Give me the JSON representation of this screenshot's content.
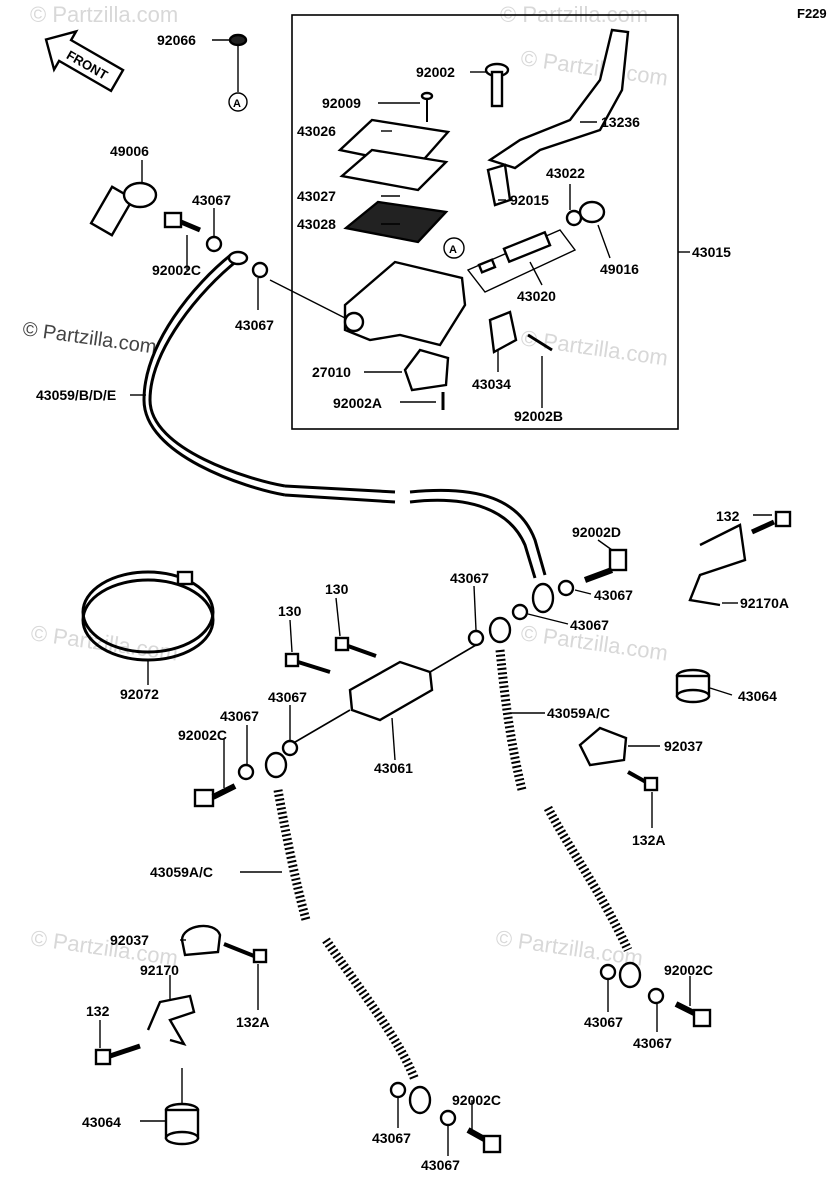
{
  "diagram": {
    "figure_code": "F229",
    "front_arrow_label": "FRONT",
    "watermark": "© Partzilla.com",
    "ref_marker": "A",
    "labels": {
      "p92066": "92066",
      "p92002_top": "92002",
      "p92009": "92009",
      "p43026": "43026",
      "p13236": "13236",
      "p49006": "49006",
      "p43027": "43027",
      "p43022": "43022",
      "p43067_a": "43067",
      "p92015": "92015",
      "p43028": "43028",
      "p43015": "43015",
      "p92002C_a": "92002C",
      "p49016": "49016",
      "p43020": "43020",
      "p43067_b": "43067",
      "p27010": "27010",
      "p43034": "43034",
      "p92002A": "92002A",
      "p92002B": "92002B",
      "p43059BDE": "43059/B/D/E",
      "p132_a": "132",
      "p92002D": "92002D",
      "p43067_c": "43067",
      "p43067_d": "43067",
      "p130_a": "130",
      "p130_b": "130",
      "p92170A": "92170A",
      "p43067_e": "43067",
      "p92072": "92072",
      "p43064_a": "43064",
      "p43067_f": "43067",
      "p43067_g": "43067",
      "p43059AC_a": "43059A/C",
      "p92002C_b": "92002C",
      "p92037_a": "92037",
      "p43061": "43061",
      "p132A_a": "132A",
      "p43059AC_b": "43059A/C",
      "p92037_b": "92037",
      "p92170": "92170",
      "p132A_b": "132A",
      "p92002C_c": "92002C",
      "p132_b": "132",
      "p43067_h": "43067",
      "p43067_i": "43067",
      "p43064_b": "43064",
      "p92002C_d": "92002C",
      "p43067_j": "43067",
      "p43067_k": "43067"
    }
  }
}
